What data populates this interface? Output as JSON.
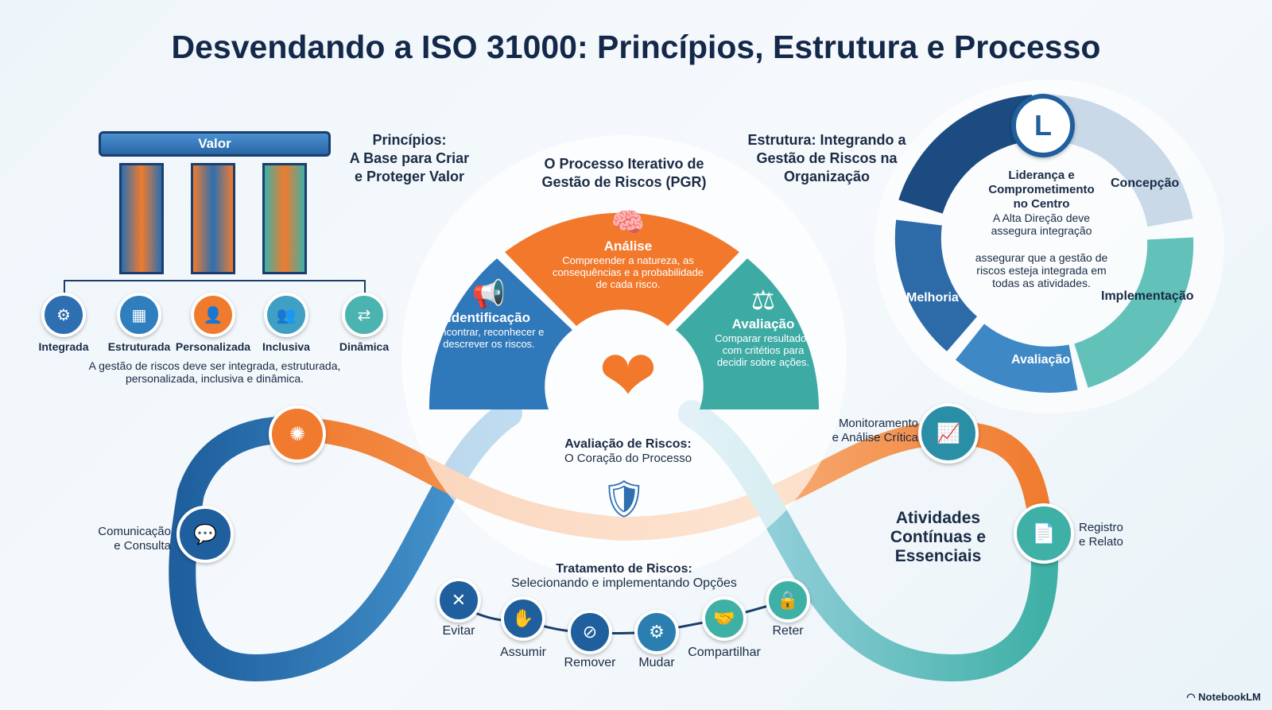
{
  "title": "Desvendando a ISO 31000: Princípios, Estrutura e Processo",
  "principles": {
    "heading": [
      "Princípios:",
      "A Base para Criar",
      "e Proteger Valor"
    ],
    "roof_label": "Valor",
    "items": [
      {
        "label": "Integrada",
        "icon": "gear-icon",
        "color": "#2d6fb0"
      },
      {
        "label": "Estruturada",
        "icon": "blueprint-icon",
        "color": "#2f7fbf"
      },
      {
        "label": "Personalizada",
        "icon": "person-icon",
        "color": "#f07b2e"
      },
      {
        "label": "Inclusiva",
        "icon": "group-icon",
        "color": "#3f9fc4"
      },
      {
        "label": "Dinâmica",
        "icon": "shuffle-icon",
        "color": "#4bb3b0"
      }
    ],
    "caption": "A gestão de riscos deve ser integrada, estruturada, personalizada, inclusiva e dinâmica."
  },
  "process": {
    "heading": [
      "O Processo Iterativo de",
      "Gestão de Riscos (PGR)"
    ],
    "segments": [
      {
        "title": "Identificação",
        "text": "Encontrar, reconhecer e descrever os riscos.",
        "icon": "spotlight-icon",
        "color": "#2f78b9"
      },
      {
        "title": "Análise",
        "text": "Compreender a natureza, as consequências e a probabilidade de cada risco.",
        "icon": "brain-icon",
        "color": "#f2792c"
      },
      {
        "title": "Avaliação",
        "text": "Comparar resultados com critétios para decidir sobre ações.",
        "icon": "scales-icon",
        "color": "#3eaaa4"
      }
    ],
    "center_title": "Avaliação de Riscos:",
    "center_sub": "O Coração do Processo"
  },
  "structure": {
    "heading": [
      "Estrutura: Integrando a",
      "Gestão de Riscos na",
      "Organização"
    ],
    "center_title": [
      "Liderança e",
      "Comprometimento",
      "no Centro"
    ],
    "center_text1": [
      "A Alta Direção deve",
      "assegura integração"
    ],
    "center_text2": [
      "assegurar que a gestão de",
      "riscos esteja integrada em",
      "todas as atividades."
    ],
    "ring": [
      "Concepção",
      "Implementação",
      "Avaliação",
      "Melhoria"
    ],
    "top_icon_letter": "L"
  },
  "activities": {
    "heading": [
      "Atividades",
      "Contínuas e",
      "Essenciais"
    ],
    "comm": [
      "Comunicação",
      "e Consulta"
    ],
    "monitor": [
      "Monitoramento",
      "e Análise Crítica"
    ],
    "record": [
      "Registro",
      "e Relato"
    ]
  },
  "treatment": {
    "title": "Tratamento de Riscos:",
    "sub": "Selecionando e implementando Opções",
    "options": [
      {
        "label": "Evitar",
        "icon": "x-icon",
        "glyph": "✕"
      },
      {
        "label": "Assumir",
        "icon": "hand-icon",
        "glyph": "✋"
      },
      {
        "label": "Remover",
        "icon": "remove-icon",
        "glyph": "⊘"
      },
      {
        "label": "Mudar",
        "icon": "change-gear-icon",
        "glyph": "⚙"
      },
      {
        "label": "Compartilhar",
        "icon": "handshake-icon",
        "glyph": "🤝"
      },
      {
        "label": "Reter",
        "icon": "lock-icon",
        "glyph": "🔒"
      }
    ]
  },
  "watermark": "NotebookLM"
}
